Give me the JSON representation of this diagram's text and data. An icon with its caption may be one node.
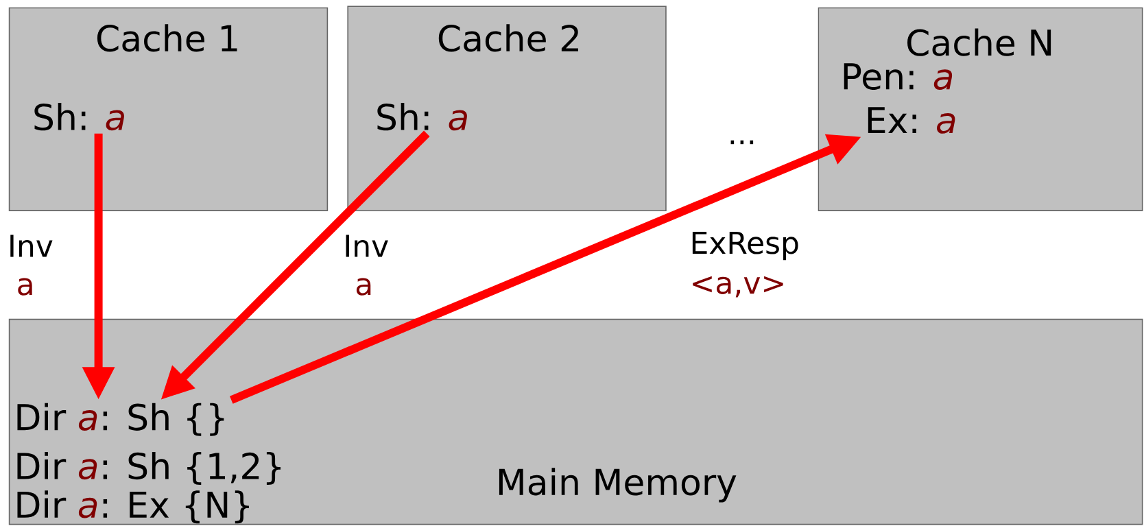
{
  "diagram": {
    "nodes": [
      {
        "text": [
          "Cache 1"
        ]
      },
      {
        "text": [
          "Sh: *a*"
        ],
        "in": 0
      },
      {
        "text": [
          "Cache 2"
        ]
      },
      {
        "text": [
          "Sh: *a*"
        ],
        "in": 2
      },
      {
        "text": [
          "Cache N"
        ]
      },
      {
        "text": [
          "Pen: *a*"
        ],
        "in": 4
      },
      {
        "text": [
          "Ex: *a*"
        ],
        "in": 4
      },
      {
        "text": [
          "Main Memory"
        ]
      },
      {
        "text": [
          "Dir *a*: Sh {}"
        ],
        "in": 7
      },
      {
        "text": [
          "Dir *a*: Sh {1,2}"
        ],
        "in": 7
      },
      {
        "text": [
          "Dir *a*: Ex {N}"
        ],
        "in": 7
      }
    ],
    "edges": [
      {
        "from": 1,
        "to": 8,
        "arrow": "to"
      },
      {
        "from": 3,
        "to": 8,
        "arrow": "to"
      },
      {
        "from": 8,
        "to": 6,
        "arrow": "to"
      }
    ],
    "labels": [
      "...",
      "Inv",
      "a",
      "Inv",
      "a",
      "ExResp",
      "<a,v>"
    ]
  }
}
